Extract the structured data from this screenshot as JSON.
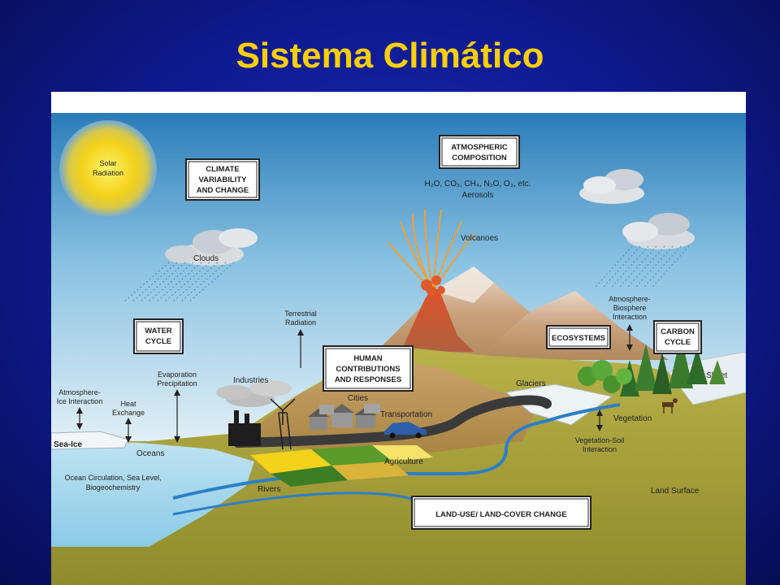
{
  "slide": {
    "title": "Sistema Climático"
  },
  "diagram": {
    "boxes": {
      "climate_variability": [
        "CLIMATE",
        "VARIABILITY",
        "AND CHANGE"
      ],
      "atmospheric_composition": [
        "ATMOSPHERIC",
        "COMPOSITION"
      ],
      "water_cycle": [
        "WATER",
        "CYCLE"
      ],
      "human_contributions": [
        "HUMAN",
        "CONTRIBUTIONS",
        "AND RESPONSES"
      ],
      "ecosystems": "ECOSYSTEMS",
      "carbon_cycle": [
        "CARBON",
        "CYCLE"
      ],
      "land_use": "LAND-USE/ LAND-COVER CHANGE"
    },
    "labels": {
      "solar_radiation": [
        "Solar",
        "Radiation"
      ],
      "gases": "H₂O, CO₂, CH₄, N₂O, O₃, etc.",
      "aerosols": "Aerosols",
      "clouds": "Clouds",
      "volcanoes": "Volcanoes",
      "terrestrial_radiation": [
        "Terrestrial",
        "Radiation"
      ],
      "atmosphere_biosphere": [
        "Atmosphere-",
        "Biosphere",
        "Interaction"
      ],
      "ice_sheet": "Ice Sheet",
      "glaciers": "Glaciers",
      "industries": "Industries",
      "cities": "Cities",
      "transportation": "Transportation",
      "evaporation": [
        "Evaporation",
        "Precipitation"
      ],
      "atmosphere_ice": [
        "Atmosphere-",
        "Ice Interaction"
      ],
      "heat_exchange": [
        "Heat",
        "Exchange"
      ],
      "sea_ice": "Sea-Ice",
      "oceans": "Oceans",
      "ocean_circulation": [
        "Ocean Circulation, Sea Level,",
        "Biogeochemistry"
      ],
      "agriculture": "Agriculture",
      "rivers": "Rivers",
      "vegetation": "Vegetation",
      "vegetation_soil": [
        "Vegetation-Soil",
        "Interaction"
      ],
      "land_surface": "Land Surface"
    }
  }
}
